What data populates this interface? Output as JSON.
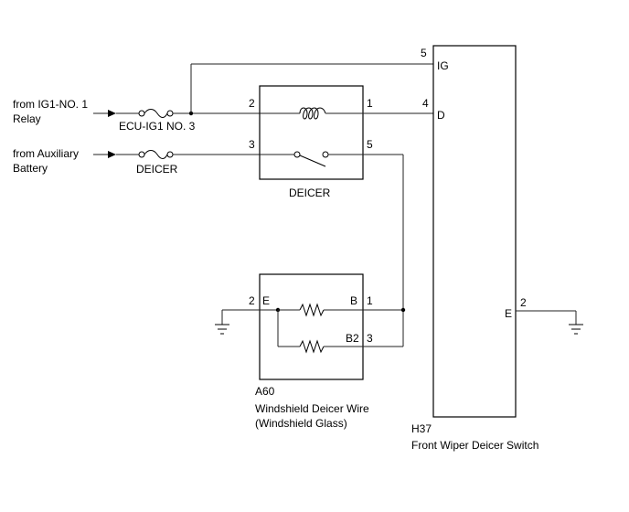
{
  "sources": {
    "ig1_line1": "from IG1-NO. 1",
    "ig1_line2": "Relay",
    "aux_line1": "from Auxiliary",
    "aux_line2": "Battery"
  },
  "fuses": {
    "ecu": "ECU-IG1 NO. 3",
    "deicer": "DEICER"
  },
  "relay": {
    "name": "DEICER",
    "pin_2": "2",
    "pin_1": "1",
    "pin_3": "3",
    "pin_5": "5"
  },
  "deicer_wire": {
    "code": "A60",
    "name_line1": "Windshield Deicer Wire",
    "name_line2": "(Windshield Glass)",
    "pin_2": "2",
    "pin_1": "1",
    "pin_3": "3",
    "term_E": "E",
    "term_B": "B",
    "term_B2": "B2"
  },
  "switch": {
    "code": "H37",
    "name": "Front Wiper Deicer Switch",
    "pin_5": "5",
    "pin_4": "4",
    "pin_2": "2",
    "term_IG": "IG",
    "term_D": "D",
    "term_E": "E"
  }
}
